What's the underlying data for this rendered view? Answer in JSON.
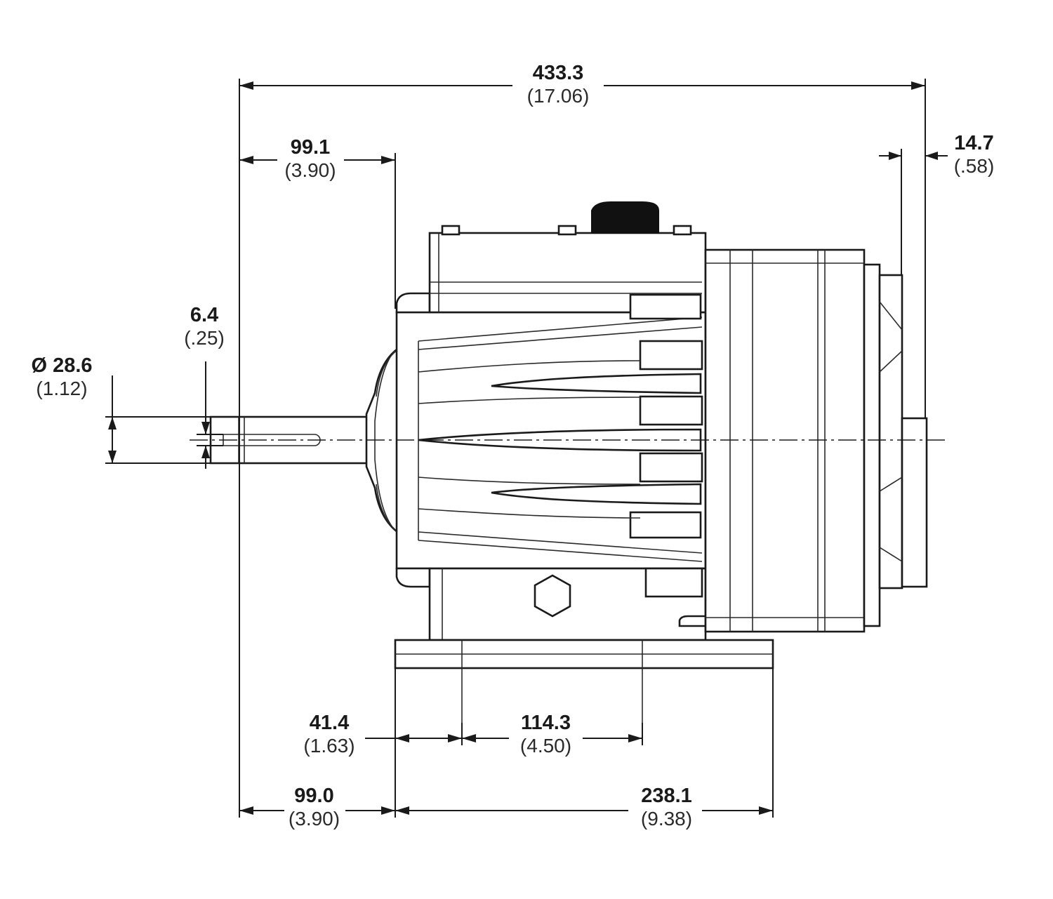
{
  "dimensions": {
    "overall_length": {
      "mm": "433.3",
      "in": "(17.06)"
    },
    "shaft_extension": {
      "mm": "99.1",
      "in": "(3.90)"
    },
    "rear_projection": {
      "mm": "14.7",
      "in": "(.58)"
    },
    "keyway": {
      "mm": "6.4",
      "in": "(.25)"
    },
    "shaft_diameter": {
      "mm": "Ø 28.6",
      "in": "(1.12)"
    },
    "foot_offset": {
      "mm": "41.4",
      "in": "(1.63)"
    },
    "mounting_hole_spacing": {
      "mm": "114.3",
      "in": "(4.50)"
    },
    "shaft_to_foot": {
      "mm": "99.0",
      "in": "(3.90)"
    },
    "foot_length": {
      "mm": "238.1",
      "in": "(9.38)"
    }
  }
}
